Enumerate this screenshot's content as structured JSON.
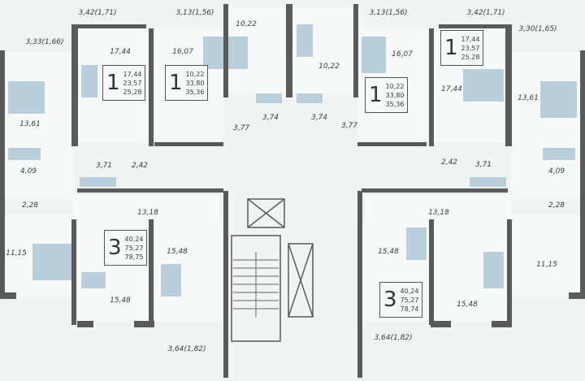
{
  "colors": {
    "wall": "#5a5a5a",
    "floor": "#f7f8f8",
    "furniture": "#b9cfdc",
    "background": "#f2f3f3"
  },
  "balconies": [
    "3,42(1,71)",
    "3,13(1,56)",
    "3,13(1,56)",
    "3,42(1,71)",
    "3,33(1,66)",
    "3,30(1,65)",
    "3,64(1,82)",
    "3,64(1,82)"
  ],
  "rooms": [
    "17,44",
    "16,07",
    "10,22",
    "10,22",
    "16,07",
    "17,44",
    "13,61",
    "13,61",
    "3,77",
    "3,74",
    "3,74",
    "3,77",
    "4,09",
    "4,09",
    "3,71",
    "2,42",
    "2,42",
    "3,71",
    "2,28",
    "2,28",
    "13,18",
    "13,18",
    "11,15",
    "11,15",
    "15,48",
    "15,48",
    "15,48",
    "15,48"
  ],
  "apartments": [
    {
      "rooms": "1",
      "living": "17,44",
      "total": "23,57",
      "total_with_balcony": "25,28"
    },
    {
      "rooms": "1",
      "living": "10,22",
      "total": "33,80",
      "total_with_balcony": "35,36"
    },
    {
      "rooms": "1",
      "living": "10,22",
      "total": "33,80",
      "total_with_balcony": "35,36"
    },
    {
      "rooms": "1",
      "living": "17,44",
      "total": "23,57",
      "total_with_balcony": "25,28"
    },
    {
      "rooms": "3",
      "living": "40,24",
      "total": "75,27",
      "total_with_balcony": "78,75"
    },
    {
      "rooms": "3",
      "living": "40,24",
      "total": "75,27",
      "total_with_balcony": "78,74"
    }
  ]
}
